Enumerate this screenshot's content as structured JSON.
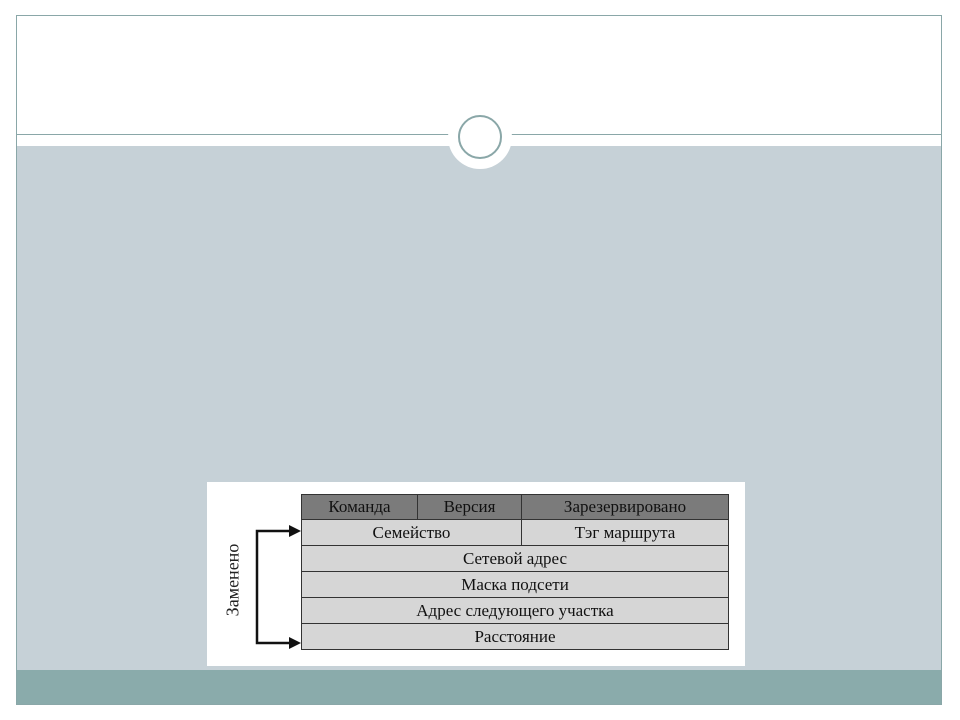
{
  "slide": {
    "figure": {
      "side_label": "Заменено",
      "rows": [
        {
          "style": "dark",
          "cells": [
            "Команда",
            "Версия",
            "Зарезервировано"
          ]
        },
        {
          "style": "light",
          "cells": [
            "Семейство",
            "Тэг маршрута"
          ]
        },
        {
          "style": "light",
          "cells": [
            "Сетевой адрес"
          ]
        },
        {
          "style": "light",
          "cells": [
            "Маска подсети"
          ]
        },
        {
          "style": "light",
          "cells": [
            "Адрес следующего участка"
          ]
        },
        {
          "style": "light",
          "cells": [
            "Расстояние"
          ]
        }
      ]
    }
  },
  "colors": {
    "content_bg": "#c6d1d7",
    "footer_bg": "#8aabab",
    "accent_line": "#8aa7a8",
    "header_cell": "#7b7b7b",
    "body_cell": "#d6d6d6"
  }
}
